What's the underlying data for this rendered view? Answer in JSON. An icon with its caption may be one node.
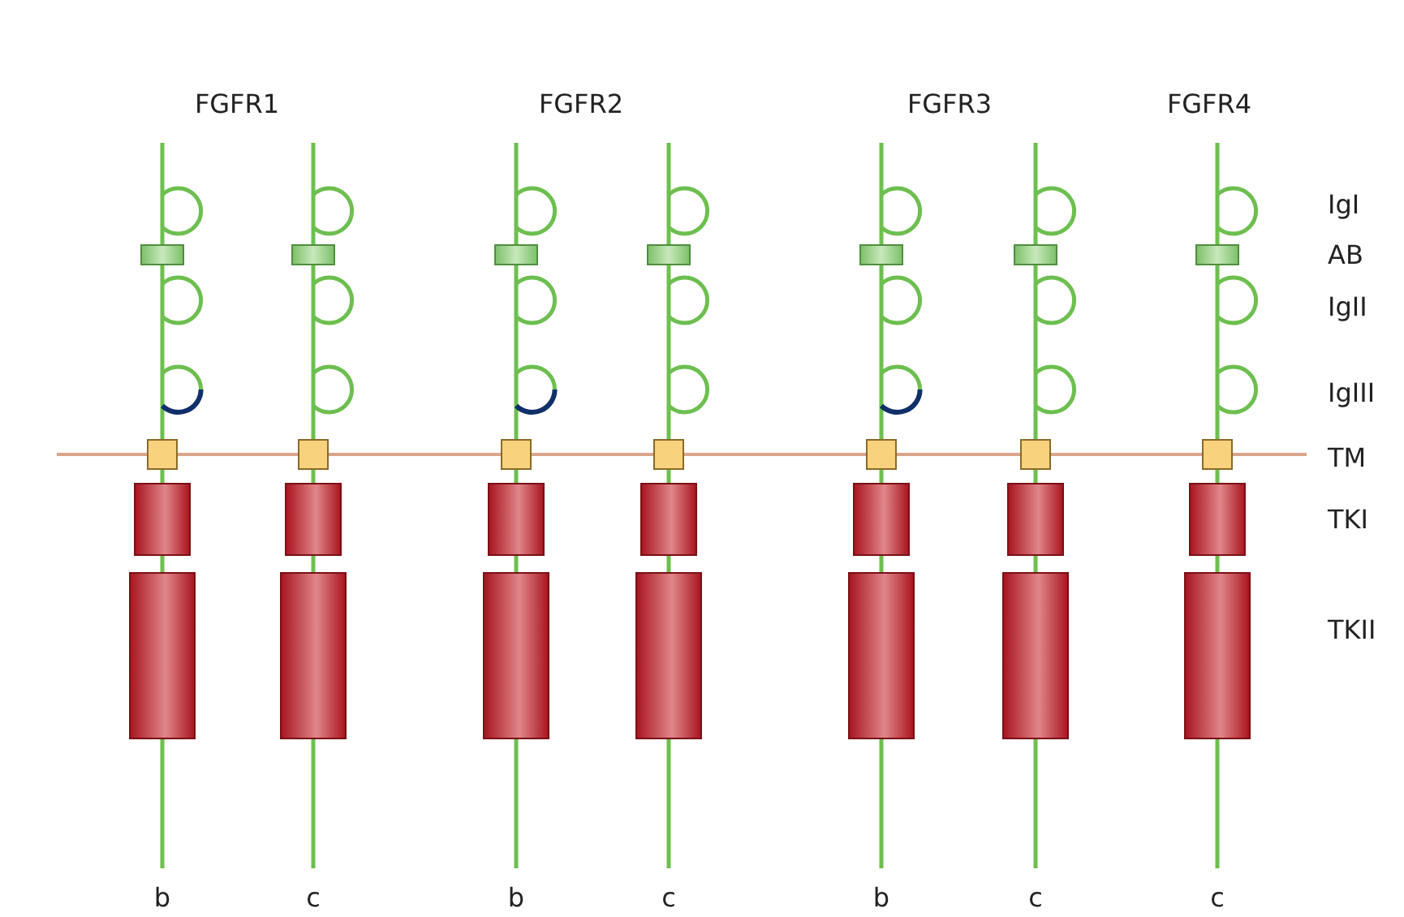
{
  "diagram": {
    "labels": [
      "FGFR1",
      "FGFR2",
      "FGFR3",
      "FGFR4",
      "IgI",
      "AB",
      "IgII",
      "IgIII",
      "TM",
      "TKI",
      "TKII",
      "b",
      "c",
      "b",
      "c",
      "b",
      "c",
      "c"
    ]
  }
}
